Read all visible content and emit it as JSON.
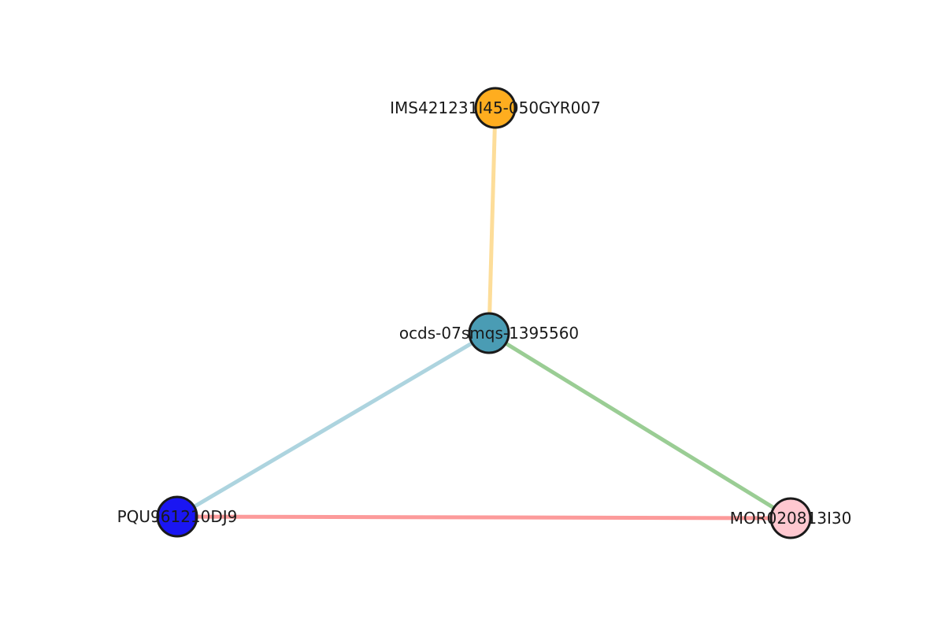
{
  "graph": {
    "nodes": [
      {
        "id": "ims",
        "label": "IMS421231I45-050GYR007",
        "color": "#FFAD1F"
      },
      {
        "id": "ocds",
        "label": "ocds-07smqs-1395560",
        "color": "#4A9CB4"
      },
      {
        "id": "pqu",
        "label": "PQU961210DJ9",
        "color": "#1A16F2"
      },
      {
        "id": "mor",
        "label": "MOR020813I30",
        "color": "#FFC8D0"
      }
    ],
    "edges": [
      {
        "source": "ims",
        "target": "ocds",
        "color": "#FDDD99"
      },
      {
        "source": "ocds",
        "target": "pqu",
        "color": "#ADD4DF"
      },
      {
        "source": "ocds",
        "target": "mor",
        "color": "#9ACD94"
      },
      {
        "source": "pqu",
        "target": "mor",
        "color": "#FC9A9A"
      }
    ]
  }
}
